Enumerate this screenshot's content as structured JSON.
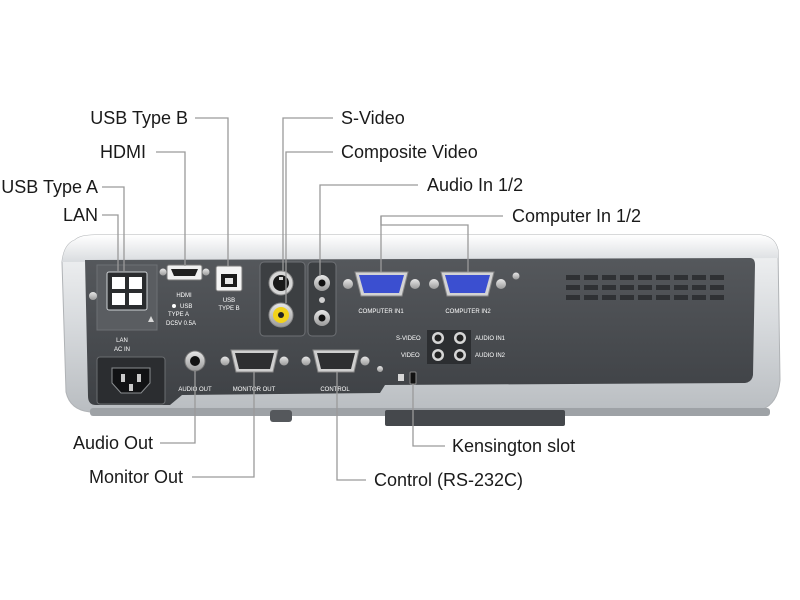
{
  "callouts": {
    "usb_type_b": "USB Type B",
    "hdmi": "HDMI",
    "usb_type_a": "USB Type A",
    "lan": "LAN",
    "s_video": "S-Video",
    "composite_video": "Composite Video",
    "audio_in": "Audio In 1/2",
    "computer_in": "Computer In 1/2",
    "audio_out": "Audio Out",
    "monitor_out": "Monitor Out",
    "kensington": "Kensington slot",
    "control": "Control (RS-232C)"
  },
  "panel_labels": {
    "lan": "LAN",
    "ac_in": "AC IN",
    "hdmi": "HDMI",
    "usb_a_line1": "USB",
    "usb_a_line2": "TYPE A",
    "usb_a_line3": "DC5V 0.5A",
    "usb_b_line1": "USB",
    "usb_b_line2": "TYPE B",
    "computer_in1": "COMPUTER IN1",
    "computer_in2": "COMPUTER IN2",
    "s_video": "S-VIDEO",
    "video": "VIDEO",
    "audio_in1": "AUDIO IN1",
    "audio_in2": "AUDIO IN2",
    "audio_out": "AUDIO OUT",
    "monitor_out": "MONITOR OUT",
    "control": "CONTROL"
  },
  "colors": {
    "body_light": "#e9ebed",
    "panel_dark": "#4a4d51",
    "leader_line": "#9a9a9a",
    "vga_blue": "#3b4fd0",
    "composite_yellow": "#f2d21b"
  }
}
